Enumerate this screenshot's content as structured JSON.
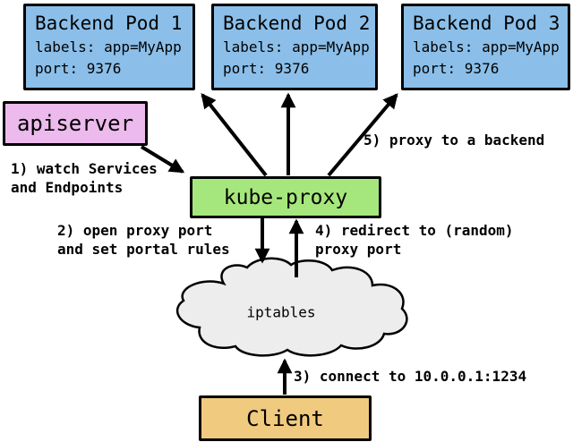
{
  "colors": {
    "pod_fill": "#8bbfe9",
    "apiserver_fill": "#edbaed",
    "kube_proxy_fill": "#a6e77d",
    "client_fill": "#f0ca7e",
    "cloud_fill": "#ededed",
    "line": "#000000"
  },
  "pods": [
    {
      "title": "Backend Pod 1",
      "labels": "labels: app=MyApp",
      "port": "port: 9376"
    },
    {
      "title": "Backend Pod 2",
      "labels": "labels: app=MyApp",
      "port": "port: 9376"
    },
    {
      "title": "Backend Pod 3",
      "labels": "labels: app=MyApp",
      "port": "port: 9376"
    }
  ],
  "nodes": {
    "apiserver": "apiserver",
    "kube_proxy": "kube-proxy",
    "iptables": "iptables",
    "client": "Client"
  },
  "annotations": {
    "step1_line1": "1) watch Services",
    "step1_line2": "and Endpoints",
    "step2_line1": "2) open proxy port",
    "step2_line2": "and set portal rules",
    "step3": "3) connect to 10.0.0.1:1234",
    "step4_line1": "4) redirect to (random)",
    "step4_line2": "proxy port",
    "step5": "5) proxy to a backend"
  }
}
